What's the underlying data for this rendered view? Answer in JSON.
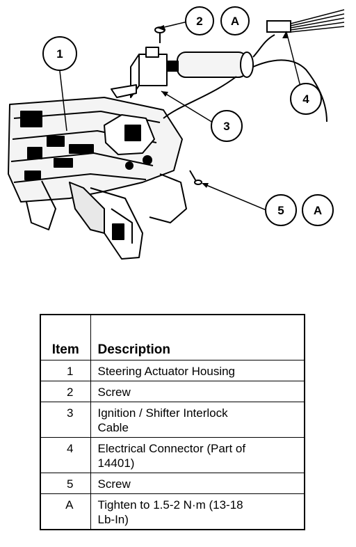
{
  "callouts": [
    {
      "id": "c1",
      "label": "1"
    },
    {
      "id": "c2",
      "label": "2"
    },
    {
      "id": "c2a",
      "label": "A"
    },
    {
      "id": "c3",
      "label": "3"
    },
    {
      "id": "c4",
      "label": "4"
    },
    {
      "id": "c5",
      "label": "5"
    },
    {
      "id": "c5a",
      "label": "A"
    }
  ],
  "table": {
    "headers": {
      "item": "Item",
      "description": "Description"
    },
    "rows": [
      {
        "item": "1",
        "description_lines": [
          "Steering Actuator Housing"
        ]
      },
      {
        "item": "2",
        "description_lines": [
          "Screw"
        ]
      },
      {
        "item": "3",
        "description_lines": [
          "Ignition / Shifter Interlock",
          "Cable"
        ]
      },
      {
        "item": "4",
        "description_lines": [
          "Electrical Connector (Part of",
          "14401)"
        ]
      },
      {
        "item": "5",
        "description_lines": [
          "Screw"
        ]
      },
      {
        "item": "A",
        "description_lines": [
          "Tighten to 1.5-2 N·m (13-18",
          "Lb-In)"
        ]
      }
    ]
  }
}
